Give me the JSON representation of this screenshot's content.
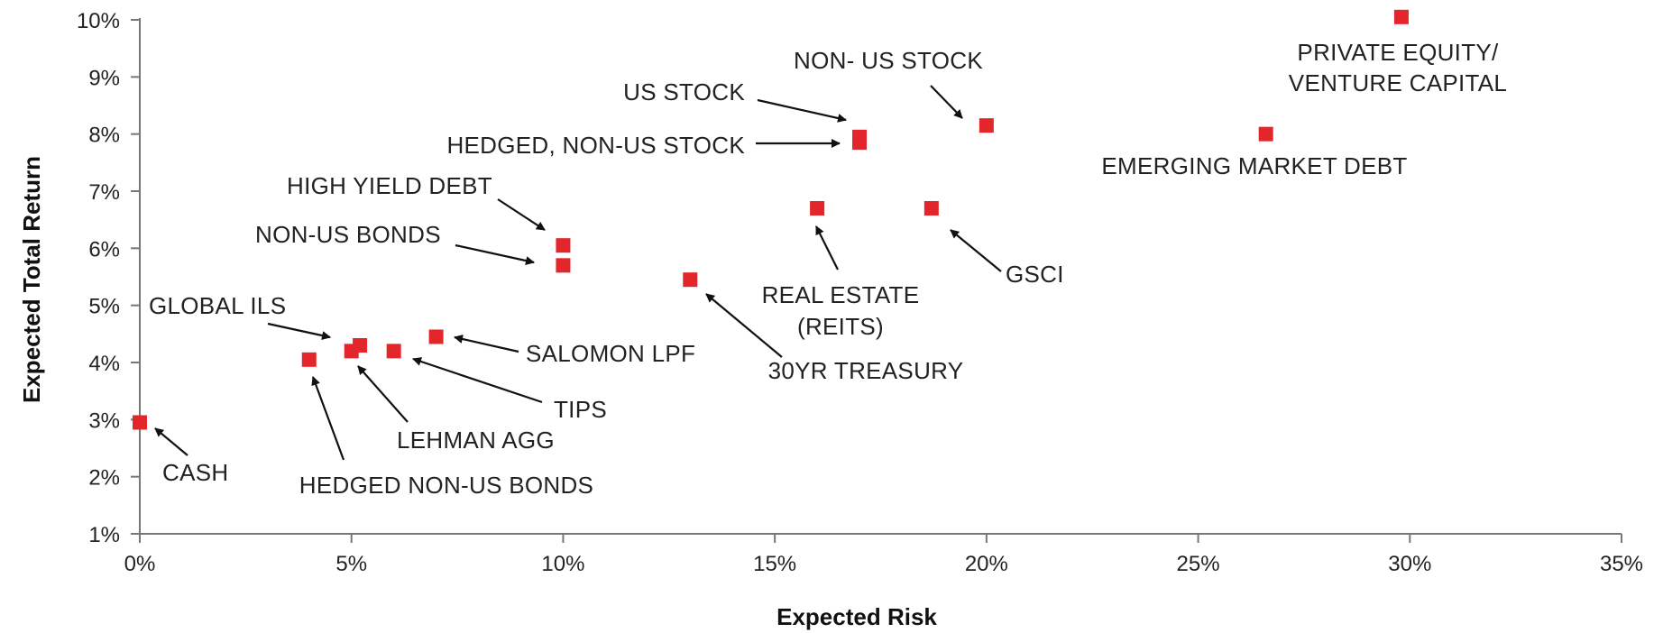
{
  "chart_data": {
    "type": "scatter",
    "xlabel": "Expected Risk",
    "ylabel": "Expected Total Return",
    "xlim": [
      0,
      35
    ],
    "ylim": [
      1,
      10
    ],
    "x_ticks": [
      "0%",
      "5%",
      "10%",
      "15%",
      "20%",
      "25%",
      "30%",
      "35%"
    ],
    "y_ticks": [
      "1%",
      "2%",
      "3%",
      "4%",
      "5%",
      "6%",
      "7%",
      "8%",
      "9%",
      "10%"
    ],
    "marker_color": "#e3262c",
    "grid": false,
    "points": [
      {
        "label": "CASH",
        "x": 0,
        "y": 2.95
      },
      {
        "label": "HEDGED NON-US BONDS",
        "x": 4.0,
        "y": 4.05
      },
      {
        "label": "GLOBAL ILS",
        "x": 5.0,
        "y": 4.2
      },
      {
        "label": "LEHMAN AGG",
        "x": 5.2,
        "y": 4.3
      },
      {
        "label": "TIPS",
        "x": 6.0,
        "y": 4.2
      },
      {
        "label": "SALOMON LPF",
        "x": 7.0,
        "y": 4.45
      },
      {
        "label": "NON-US BONDS",
        "x": 10.0,
        "y": 5.7
      },
      {
        "label": "HIGH YIELD DEBT",
        "x": 10.0,
        "y": 6.05
      },
      {
        "label": "30YR TREASURY",
        "x": 13.0,
        "y": 5.45
      },
      {
        "label": "REAL ESTATE (REITS)",
        "x": 16.0,
        "y": 6.7
      },
      {
        "label": "HEDGED, NON-US STOCK",
        "x": 17.0,
        "y": 7.85
      },
      {
        "label": "US STOCK",
        "x": 17.0,
        "y": 7.95
      },
      {
        "label": "GSCI",
        "x": 18.7,
        "y": 6.7
      },
      {
        "label": "NON- US STOCK",
        "x": 20.0,
        "y": 8.15
      },
      {
        "label": "EMERGING MARKET DEBT",
        "x": 26.6,
        "y": 8.0
      },
      {
        "label": "PRIVATE EQUITY/ VENTURE CAPITAL",
        "x": 29.8,
        "y": 10.05
      }
    ],
    "annotations": [
      {
        "point": 0,
        "lines": [
          "CASH"
        ],
        "arrow": true
      },
      {
        "point": 1,
        "lines": [
          "HEDGED NON-US BONDS"
        ],
        "arrow": true
      },
      {
        "point": 2,
        "lines": [
          "GLOBAL ILS"
        ],
        "arrow": true
      },
      {
        "point": 3,
        "lines": [
          "LEHMAN AGG"
        ],
        "arrow": true
      },
      {
        "point": 4,
        "lines": [
          "TIPS"
        ],
        "arrow": true
      },
      {
        "point": 5,
        "lines": [
          "SALOMON LPF"
        ],
        "arrow": true
      },
      {
        "point": 6,
        "lines": [
          "NON-US BONDS"
        ],
        "arrow": true
      },
      {
        "point": 7,
        "lines": [
          "HIGH YIELD DEBT"
        ],
        "arrow": true
      },
      {
        "point": 8,
        "lines": [
          "30YR TREASURY"
        ],
        "arrow": true
      },
      {
        "point": 9,
        "lines": [
          "REAL ESTATE",
          "(REITS)"
        ],
        "arrow": true
      },
      {
        "point": 10,
        "lines": [
          "HEDGED, NON-US STOCK"
        ],
        "arrow": true
      },
      {
        "point": 11,
        "lines": [
          "US STOCK"
        ],
        "arrow": true
      },
      {
        "point": 12,
        "lines": [
          "GSCI"
        ],
        "arrow": true
      },
      {
        "point": 13,
        "lines": [
          "NON- US STOCK"
        ],
        "arrow": true
      },
      {
        "point": 14,
        "lines": [
          "EMERGING MARKET DEBT"
        ],
        "arrow": false
      },
      {
        "point": 15,
        "lines": [
          "PRIVATE EQUITY/",
          "VENTURE CAPITAL"
        ],
        "arrow": false
      }
    ]
  }
}
